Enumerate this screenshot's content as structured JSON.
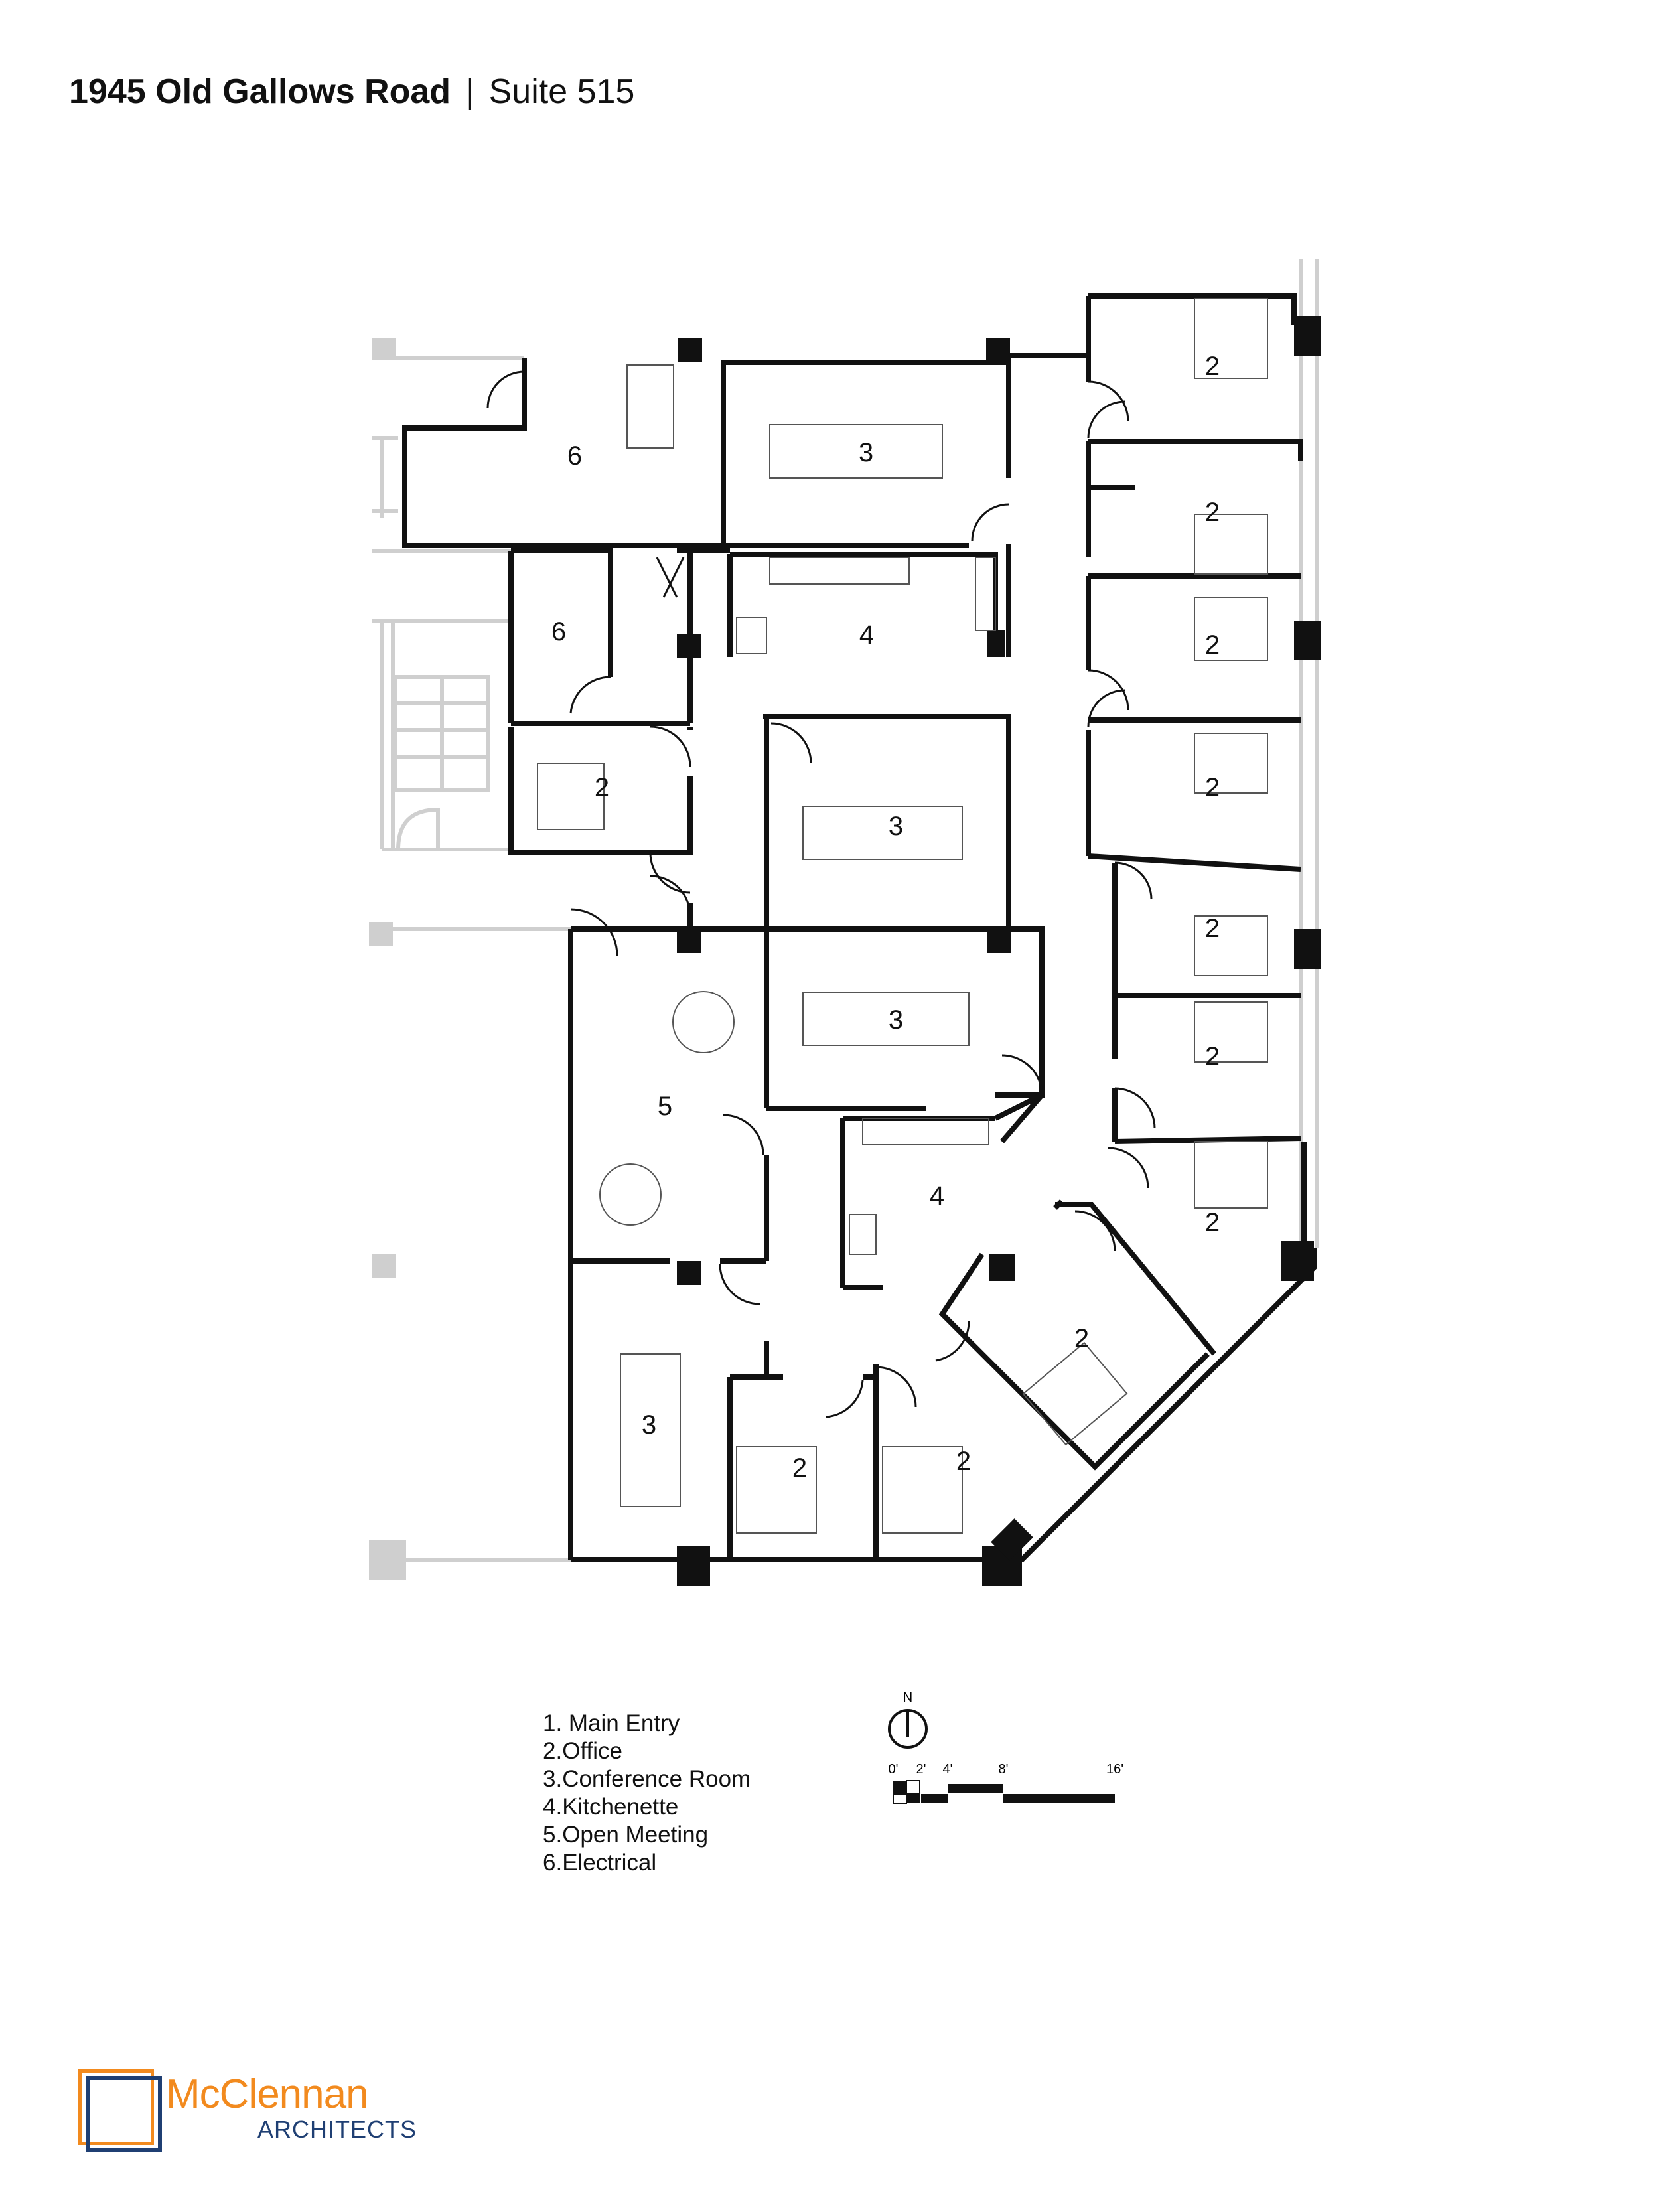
{
  "header": {
    "address": "1945 Old Gallows Road",
    "separator": "|",
    "suite": "Suite 515"
  },
  "rooms": [
    {
      "id": "r1",
      "label": "6"
    },
    {
      "id": "r2",
      "label": "3"
    },
    {
      "id": "r3",
      "label": "6"
    },
    {
      "id": "r4",
      "label": "4"
    },
    {
      "id": "r5",
      "label": "2"
    },
    {
      "id": "r6",
      "label": "3"
    },
    {
      "id": "r7",
      "label": "3"
    },
    {
      "id": "r8",
      "label": "5"
    },
    {
      "id": "r9",
      "label": "4"
    },
    {
      "id": "r10",
      "label": "3"
    },
    {
      "id": "r11",
      "label": "2"
    },
    {
      "id": "r12",
      "label": "2"
    },
    {
      "id": "r13",
      "label": "2"
    },
    {
      "id": "r14",
      "label": "2"
    },
    {
      "id": "r15",
      "label": "2"
    },
    {
      "id": "r16",
      "label": "2"
    },
    {
      "id": "r17",
      "label": "2"
    },
    {
      "id": "r18",
      "label": "2"
    },
    {
      "id": "r19",
      "label": "2"
    },
    {
      "id": "r20",
      "label": "2"
    }
  ],
  "legend": [
    "1. Main Entry",
    "2.Office",
    "3.Conference Room",
    "4.Kitchenette",
    "5.Open Meeting",
    "6.Electrical"
  ],
  "north_label": "N",
  "scale_ticks": [
    "0'",
    "2'",
    "4'",
    "8'",
    "16'"
  ],
  "colors": {
    "wall": "#111111",
    "context": "#cfcfcf",
    "brand_orange": "#f28a1e",
    "brand_navy": "#1f3f73"
  },
  "logo": {
    "name": "McClennan",
    "sub": "ARCHITECTS"
  }
}
